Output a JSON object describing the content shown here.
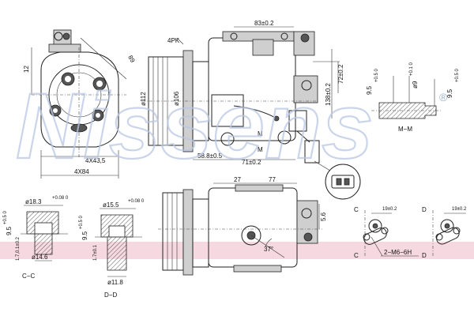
{
  "watermark": "Nissens",
  "registered_mark": "®",
  "dims": {
    "d12": "12",
    "d89": "89",
    "d4x435": "4X43,5",
    "d4x84": "4X84",
    "pk": "4PK",
    "d112": "ø112",
    "d106": "ø106",
    "d83": "83±0.2",
    "d72": "72±0.2",
    "d138": "138±0.2",
    "d588": "58.8±0.5",
    "d71": "71±0.2",
    "m": "M",
    "mm": "M−M",
    "d95a": "9.5",
    "d95a_tol": "+0.5 0",
    "d9a": "ø9",
    "d9a_tol": "+0.1 0",
    "d95b": "9.5",
    "d95b_tol": "+0.5 0",
    "d183": "ø18.3",
    "d183_tol": "+0.08 0",
    "d95c": "9.5",
    "d95c_tol": "+0.5 0",
    "d17": "1.7,0.1±0.2",
    "d146": "ø14.6",
    "cc": "C−C",
    "d155": "ø15.5",
    "d155_tol": "+0.08 0",
    "d95d": "9.5",
    "d95d_tol": "+0.5 0",
    "d17b": "1.7±0.1",
    "d118": "ø11.8",
    "dd": "D−D",
    "d27": "27",
    "d77": "77",
    "d56": "5.6",
    "d37": "37°",
    "c_left": "C",
    "c_right": "C",
    "d19a": "19±0.2",
    "d_left": "D",
    "d_right": "D",
    "d19b": "19±0.2",
    "thread": "2−M6−6H"
  }
}
